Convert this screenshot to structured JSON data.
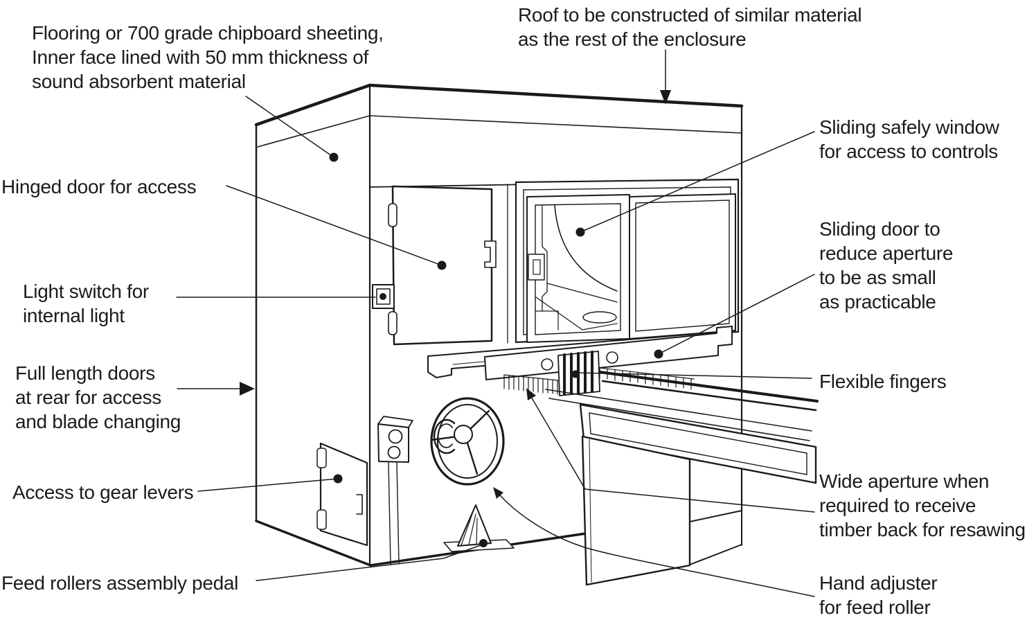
{
  "figure_kind": "technical line diagram of a machine sound enclosure",
  "colors": {
    "line": "#1a1a1a",
    "text": "#1b1b1b",
    "background": "#ffffff"
  },
  "labels": {
    "flooring": {
      "lines": [
        "Flooring or 700 grade chipboard sheeting,",
        "Inner face lined with 50 mm thickness of",
        "sound absorbent material"
      ]
    },
    "roof": {
      "lines": [
        "Roof to be constructed of similar material",
        "as the rest of the enclosure"
      ]
    },
    "hinged_door": {
      "lines": [
        "Hinged door for access"
      ]
    },
    "light_switch": {
      "lines": [
        "Light switch for",
        "internal light"
      ]
    },
    "full_length_doors": {
      "lines": [
        "Full length doors",
        "at rear for access",
        "and blade changing"
      ]
    },
    "access_gear_levers": {
      "lines": [
        "Access to gear levers"
      ]
    },
    "feed_rollers_pedal": {
      "lines": [
        "Feed rollers assembly pedal"
      ]
    },
    "sliding_safety_window": {
      "lines": [
        "Sliding safely window",
        "for access to controls"
      ]
    },
    "sliding_door": {
      "lines": [
        "Sliding door to",
        "reduce aperture",
        "to be as small",
        "as practicable"
      ]
    },
    "flexible_fingers": {
      "lines": [
        "Flexible fingers"
      ]
    },
    "wide_aperture": {
      "lines": [
        "Wide aperture when",
        "required to receive",
        "timber back for resawing"
      ]
    },
    "hand_adjuster": {
      "lines": [
        "Hand adjuster",
        "for feed roller"
      ]
    }
  }
}
